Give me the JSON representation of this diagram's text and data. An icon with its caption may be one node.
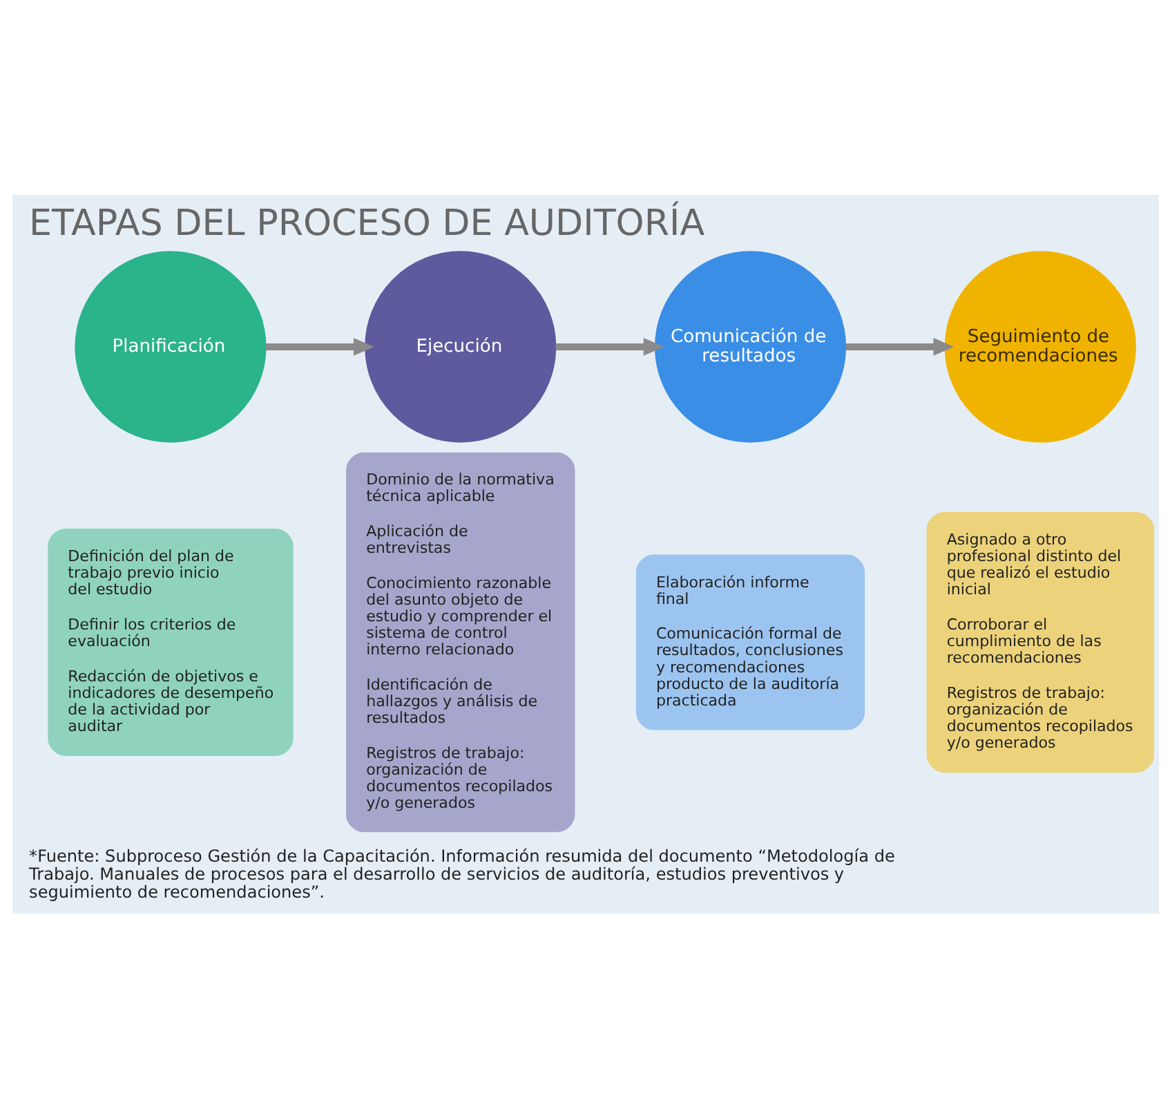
{
  "diagram": {
    "title": "ETAPAS DEL PROCESO DE AUDITORÍA",
    "caption": "*Fuente: Subproceso Gestión de la Capacitación. Información resumida del documento “Metodología de Trabajo. Manuales de procesos para el desarrollo de servicios de auditoría, estudios preventivos y seguimiento de recomendaciones”.",
    "nodes": [
      {
        "text": [
          "Planificación"
        ]
      },
      {
        "text": [
          "Definición del plan de trabajo previo inicio del estudio",
          "Definir los criterios de evaluación",
          "Redacción de objetivos e indicadores de desempeño de la actividad por auditar"
        ]
      },
      {
        "text": [
          "Ejecución"
        ]
      },
      {
        "text": [
          "Dominio de la normativa técnica aplicable",
          "Aplicación de entrevistas",
          "Conocimiento razonable del asunto objeto de estudio y comprender el sistema de control interno relacionado",
          "Identificación de hallazgos y análisis de resultados",
          "Registros de trabajo: organización de documentos recopilados y/o generados"
        ]
      },
      {
        "text": [
          "Comunicación de resultados"
        ]
      },
      {
        "text": [
          "Elaboración informe final",
          "Comunicación formal de resultados, conclusiones y recomendaciones producto de la auditoría practicada"
        ]
      },
      {
        "text": [
          "Seguimiento de recomendaciones"
        ]
      },
      {
        "text": [
          "Asignado a otro profesional distinto del que realizó el estudio inicial",
          "Corroborar el cumplimiento de las recomendaciones",
          "Registros de trabajo: organización de documentos recopilados y/o generados"
        ]
      }
    ],
    "edges": [
      {
        "from": 0,
        "to": 2,
        "arrow": "to"
      },
      {
        "from": 2,
        "to": 4,
        "arrow": "to"
      },
      {
        "from": 4,
        "to": 6,
        "arrow": "to"
      }
    ]
  }
}
